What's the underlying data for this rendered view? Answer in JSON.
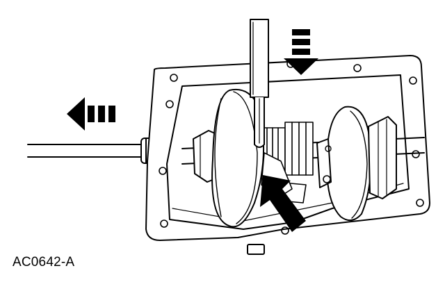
{
  "figure": {
    "id_label": "AC0642-A"
  },
  "colors": {
    "ink": "#000000",
    "paper": "#ffffff",
    "shade": "#d9d9d9"
  },
  "icons": {
    "pull_arrow": "triple-bar-arrow-left",
    "press_arrow": "triple-bar-arrow-down",
    "insert_arrow": "solid-arrow-up-left"
  }
}
